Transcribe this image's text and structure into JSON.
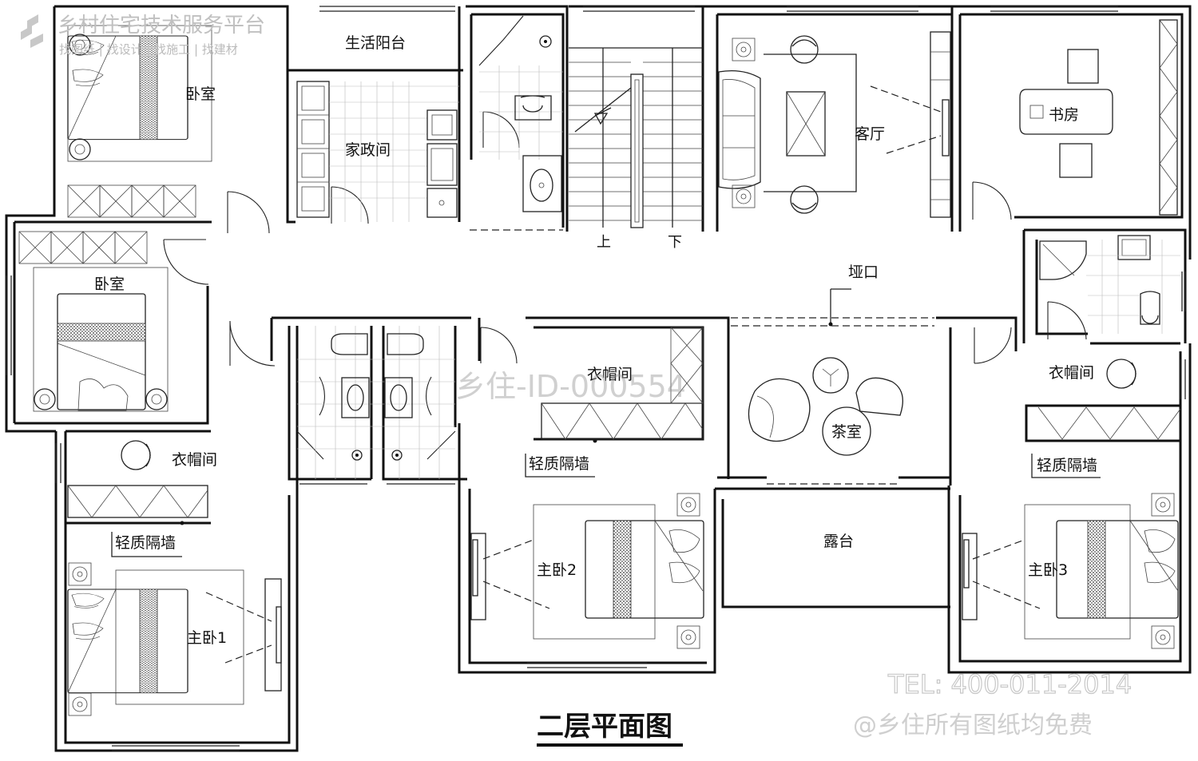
{
  "watermark": {
    "brand_title": "乡村住宅技术服务平台",
    "brand_subtitle": "找图纸 | 找设计 | 找施工 | 找建材",
    "id_text": "乡住-ID-000554",
    "tel_text": "TEL: 400-011-2014",
    "free_text": "@乡住所有图纸均免费"
  },
  "drawing": {
    "title": "二层平面图",
    "stair_up": "上",
    "stair_down": "下"
  },
  "rooms": {
    "bedroom_nw": "卧室",
    "bedroom_w": "卧室",
    "living_balcony": "生活阳台",
    "housekeeping": "家政间",
    "living_room": "客厅",
    "study": "书房",
    "opening": "垭口",
    "wardrobe_mid": "衣帽间",
    "wardrobe_w": "衣帽间",
    "wardrobe_e": "衣帽间",
    "tea_room": "茶室",
    "terrace": "露台",
    "partition_w": "轻质隔墙",
    "partition_mid": "轻质隔墙",
    "partition_e": "轻质隔墙",
    "master_1": "主卧1",
    "master_2": "主卧2",
    "master_3": "主卧3"
  },
  "colors": {
    "line": "#111111",
    "watermark": "#c0c0c0",
    "background": "#ffffff"
  }
}
